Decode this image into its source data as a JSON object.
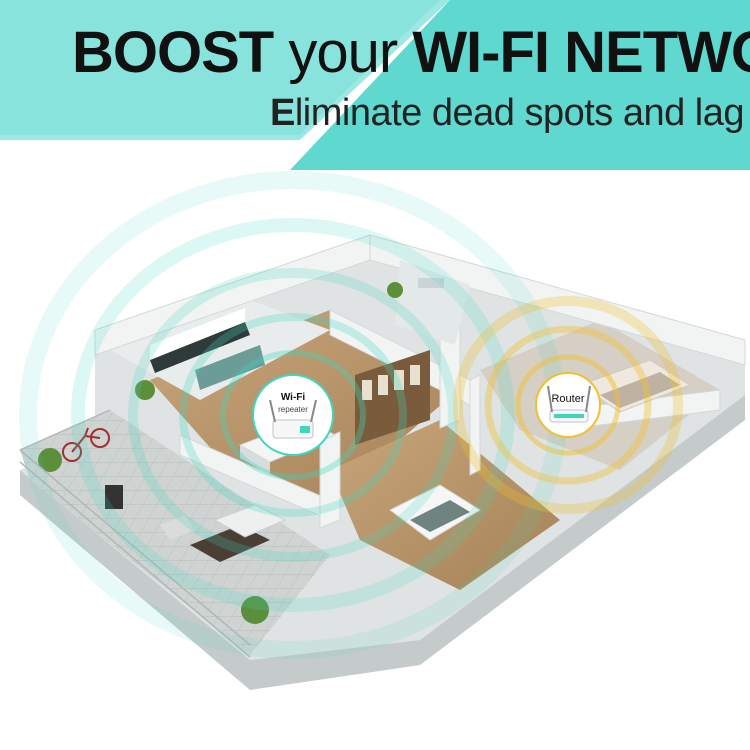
{
  "banner": {
    "headline_bold_1": "BOOST",
    "headline_light": "your",
    "headline_bold_2": "WI-FI NETWORK",
    "subline_cap": "E",
    "subline_rest": "liminate dead spots and lag"
  },
  "devices": {
    "repeater_label_1": "Wi-Fi",
    "repeater_label_2": "repeater",
    "router_label": "Router"
  },
  "colors": {
    "banner_teal": "#5fd8cf",
    "banner_teal_light": "#9ee8e3",
    "signal_teal": "#3fd6c0",
    "signal_gold": "#f0c030",
    "floor_wood": "#b8956c",
    "wall": "#e8ecec"
  }
}
